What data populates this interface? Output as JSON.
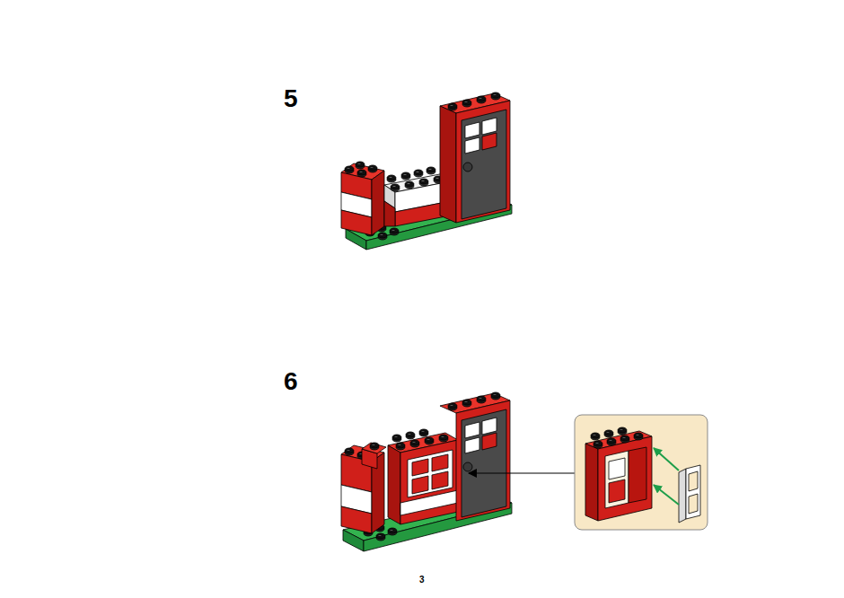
{
  "diagram": {
    "labels": [
      "5",
      "6",
      "3"
    ]
  }
}
